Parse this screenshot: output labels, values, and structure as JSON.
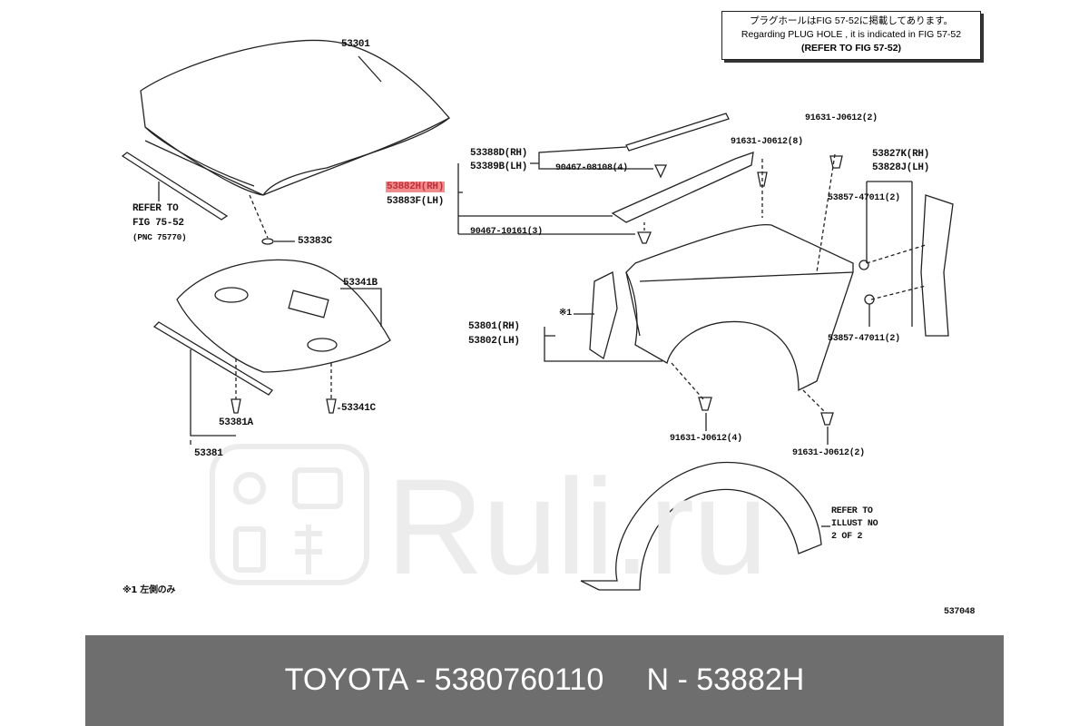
{
  "note": {
    "line1": "プラグホールはFIG 57-52に掲載してあります。",
    "line2": "Regarding PLUG HOLE , it is indicated in FIG 57-52",
    "line3": "(REFER TO FIG 57-52)"
  },
  "labels": {
    "hood": "53301",
    "refer_left_1": "REFER TO",
    "refer_left_2": "FIG 75-52",
    "refer_left_3": "(PNC 75770)",
    "plug": "53383C",
    "insulator": "53341B",
    "insulator_clip": "53341C",
    "seal_clip": "53381A",
    "seal": "53381",
    "seal_rh": "53388D(RH)",
    "seal_lh": "53389B(LH)",
    "clip_08108": "90467-08108(4)",
    "selected_rh": "53882H(RH)",
    "selected_lh": "53883F(LH)",
    "clip_10161": "90467-10161(3)",
    "bolt_8": "91631-J0612(8)",
    "bolt_2_top": "91631-J0612(2)",
    "liner_rh": "53827K(RH)",
    "liner_lh": "53828J(LH)",
    "clip_47011_a": "53857-47011(2)",
    "clip_47011_b": "53857-47011(2)",
    "note_mark": "※1",
    "bracket_rh": "53801(RH)",
    "bracket_lh": "53802(LH)",
    "bolt_4": "91631-J0612(4)",
    "bolt_2_bottom": "91631-J0612(2)",
    "refer_right_1": "REFER TO",
    "refer_right_2": "ILLUST NO",
    "refer_right_3": "2 OF 2",
    "figure_no": "537048",
    "footnote": "※1 左側のみ"
  },
  "watermark": "Ruli.ru",
  "banner": {
    "text": "TOYOTA - 5380760110     N - 53882H"
  },
  "colors": {
    "highlight": "#f08c8c",
    "banner": "#6e6e6e"
  }
}
